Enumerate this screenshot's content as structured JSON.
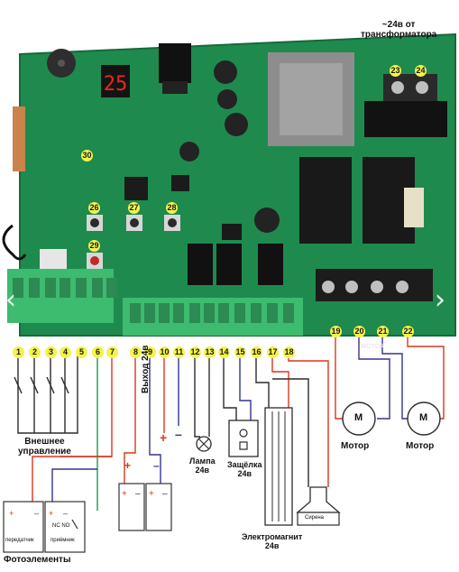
{
  "labels": {
    "transformer": "~24в от\nтрансформатора",
    "external_control": "Внешнее\nуправление",
    "photocells": "Фотоэлементы",
    "lamp": "Лампа\n24в",
    "latch": "Защёлка\n24в",
    "electromagnet": "Электромагнит\n24в",
    "siren": "Сирена",
    "output": "Выход 24в",
    "motor_left": "Мотор",
    "motor_right": "Мотор",
    "motor_letter": "M",
    "transmitter": "передатчик",
    "receiver": "приёмник",
    "nc_no": "NC NO",
    "motor_board": "MOTOR",
    "display": "25"
  },
  "terminal_numbers": [
    "1",
    "2",
    "3",
    "4",
    "5",
    "6",
    "7",
    "8",
    "9",
    "10",
    "11",
    "12",
    "13",
    "14",
    "15",
    "16",
    "17",
    "18",
    "19",
    "20",
    "21",
    "22"
  ],
  "board_numbers": {
    "n23": "23",
    "n24": "24",
    "n26": "26",
    "n27": "27",
    "n28": "28",
    "n29": "29",
    "n30": "30"
  },
  "colors": {
    "pcb": "#1f8a4e",
    "terminal": "#3dbb6e",
    "wire_black": "#2c2c2c",
    "wire_red": "#d9371f",
    "wire_blue": "#33358f",
    "wire_green": "#1a9a5c",
    "badge": "#f3f34a"
  }
}
